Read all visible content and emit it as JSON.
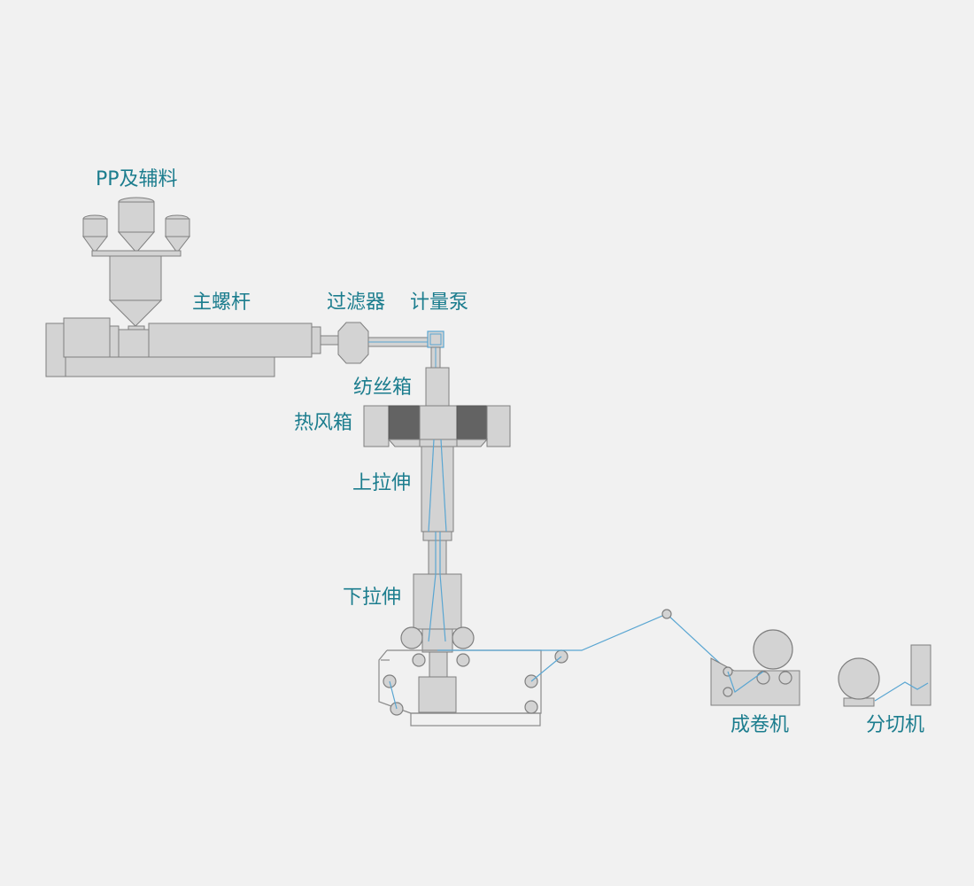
{
  "diagram": {
    "labels": {
      "raw_material": "PP及辅料",
      "main_screw": "主螺杆",
      "filter": "过滤器",
      "metering_pump": "计量泵",
      "spinning_box": "纺丝箱",
      "hot_air_box": "热风箱",
      "upper_stretch": "上拉伸",
      "lower_stretch": "下拉伸",
      "winder": "成卷机",
      "slitter": "分切机"
    },
    "colors": {
      "background": "#f1f1f1",
      "label": "#1c7d8e",
      "machine_fill": "#d3d3d3",
      "machine_dark": "#636363",
      "machine_stroke": "#7f7f7f",
      "fiber_line": "#5aa6d2"
    }
  }
}
